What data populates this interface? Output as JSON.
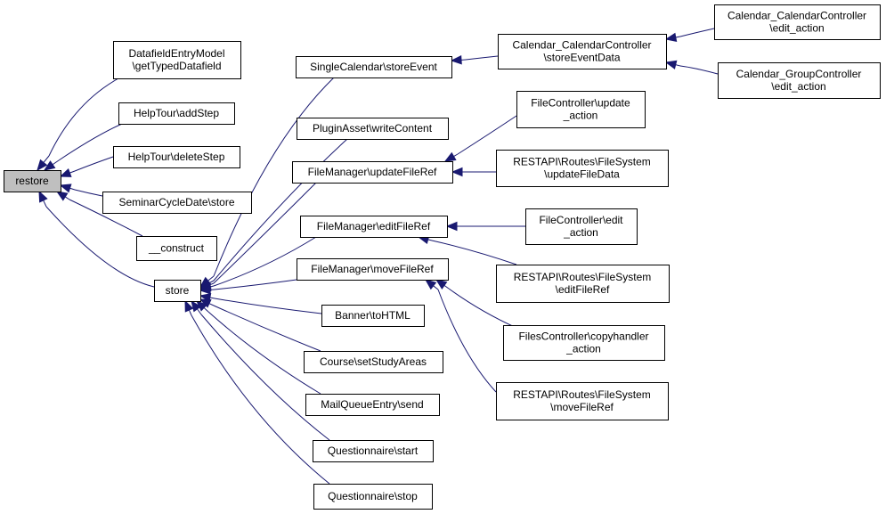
{
  "graph": {
    "arrow_color": "#191970",
    "root_fill": "#bfbfbf",
    "nodes": {
      "restore": {
        "lines": [
          "restore"
        ]
      },
      "datafield": {
        "lines": [
          "DatafieldEntryModel",
          "\\getTypedDatafield"
        ]
      },
      "addstep": {
        "lines": [
          "HelpTour\\addStep"
        ]
      },
      "deletestep": {
        "lines": [
          "HelpTour\\deleteStep"
        ]
      },
      "seminar": {
        "lines": [
          "SeminarCycleDate\\store"
        ]
      },
      "construct": {
        "lines": [
          "__construct"
        ]
      },
      "store": {
        "lines": [
          "store"
        ]
      },
      "singlecal": {
        "lines": [
          "SingleCalendar\\storeEvent"
        ]
      },
      "pluginasset": {
        "lines": [
          "PluginAsset\\writeContent"
        ]
      },
      "updatefileref": {
        "lines": [
          "FileManager\\updateFileRef"
        ]
      },
      "editfileref": {
        "lines": [
          "FileManager\\editFileRef"
        ]
      },
      "movefileref": {
        "lines": [
          "FileManager\\moveFileRef"
        ]
      },
      "banner": {
        "lines": [
          "Banner\\toHTML"
        ]
      },
      "course": {
        "lines": [
          "Course\\setStudyAreas"
        ]
      },
      "mailqueue": {
        "lines": [
          "MailQueueEntry\\send"
        ]
      },
      "qstart": {
        "lines": [
          "Questionnaire\\start"
        ]
      },
      "qstop": {
        "lines": [
          "Questionnaire\\stop"
        ]
      },
      "calstoreevent": {
        "lines": [
          "Calendar_CalendarController",
          "\\storeEventData"
        ]
      },
      "caledit": {
        "lines": [
          "Calendar_CalendarController",
          "\\edit_action"
        ]
      },
      "groupedit": {
        "lines": [
          "Calendar_GroupController",
          "\\edit_action"
        ]
      },
      "fcupdate": {
        "lines": [
          "FileController\\update",
          "_action"
        ]
      },
      "restupdate": {
        "lines": [
          "RESTAPI\\Routes\\FileSystem",
          "\\updateFileData"
        ]
      },
      "fcedit": {
        "lines": [
          "FileController\\edit",
          "_action"
        ]
      },
      "restedit": {
        "lines": [
          "RESTAPI\\Routes\\FileSystem",
          "\\editFileRef"
        ]
      },
      "fccopy": {
        "lines": [
          "FilesController\\copyhandler",
          "_action"
        ]
      },
      "restmove": {
        "lines": [
          "RESTAPI\\Routes\\FileSystem",
          "\\moveFileRef"
        ]
      }
    },
    "edges": [
      {
        "from": "datafield",
        "to": "restore"
      },
      {
        "from": "addstep",
        "to": "restore"
      },
      {
        "from": "deletestep",
        "to": "restore"
      },
      {
        "from": "seminar",
        "to": "restore"
      },
      {
        "from": "construct",
        "to": "restore"
      },
      {
        "from": "store",
        "to": "restore"
      },
      {
        "from": "singlecal",
        "to": "store"
      },
      {
        "from": "pluginasset",
        "to": "store"
      },
      {
        "from": "updatefileref",
        "to": "store"
      },
      {
        "from": "editfileref",
        "to": "store"
      },
      {
        "from": "movefileref",
        "to": "store"
      },
      {
        "from": "banner",
        "to": "store"
      },
      {
        "from": "course",
        "to": "store"
      },
      {
        "from": "mailqueue",
        "to": "store"
      },
      {
        "from": "qstart",
        "to": "store"
      },
      {
        "from": "qstop",
        "to": "store"
      },
      {
        "from": "calstoreevent",
        "to": "singlecal"
      },
      {
        "from": "caledit",
        "to": "calstoreevent"
      },
      {
        "from": "groupedit",
        "to": "calstoreevent"
      },
      {
        "from": "fcupdate",
        "to": "updatefileref"
      },
      {
        "from": "restupdate",
        "to": "updatefileref"
      },
      {
        "from": "fcedit",
        "to": "editfileref"
      },
      {
        "from": "restedit",
        "to": "editfileref"
      },
      {
        "from": "fccopy",
        "to": "movefileref"
      },
      {
        "from": "restmove",
        "to": "movefileref"
      }
    ]
  }
}
